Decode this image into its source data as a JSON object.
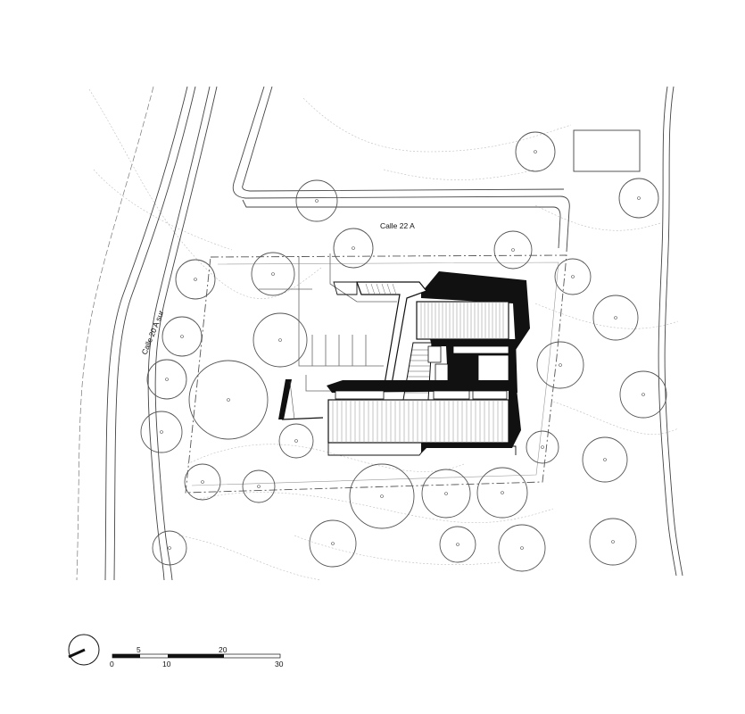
{
  "labels": {
    "street_north": "Calle 22 A",
    "street_west": "Calle 20 A sur"
  },
  "scale_bar": {
    "ticks": [
      "0",
      "5",
      "10",
      "20",
      "30"
    ]
  },
  "colors": {
    "ink": "#111111",
    "line": "#444444",
    "contour": "#b8b8b8",
    "paper": "#ffffff"
  }
}
